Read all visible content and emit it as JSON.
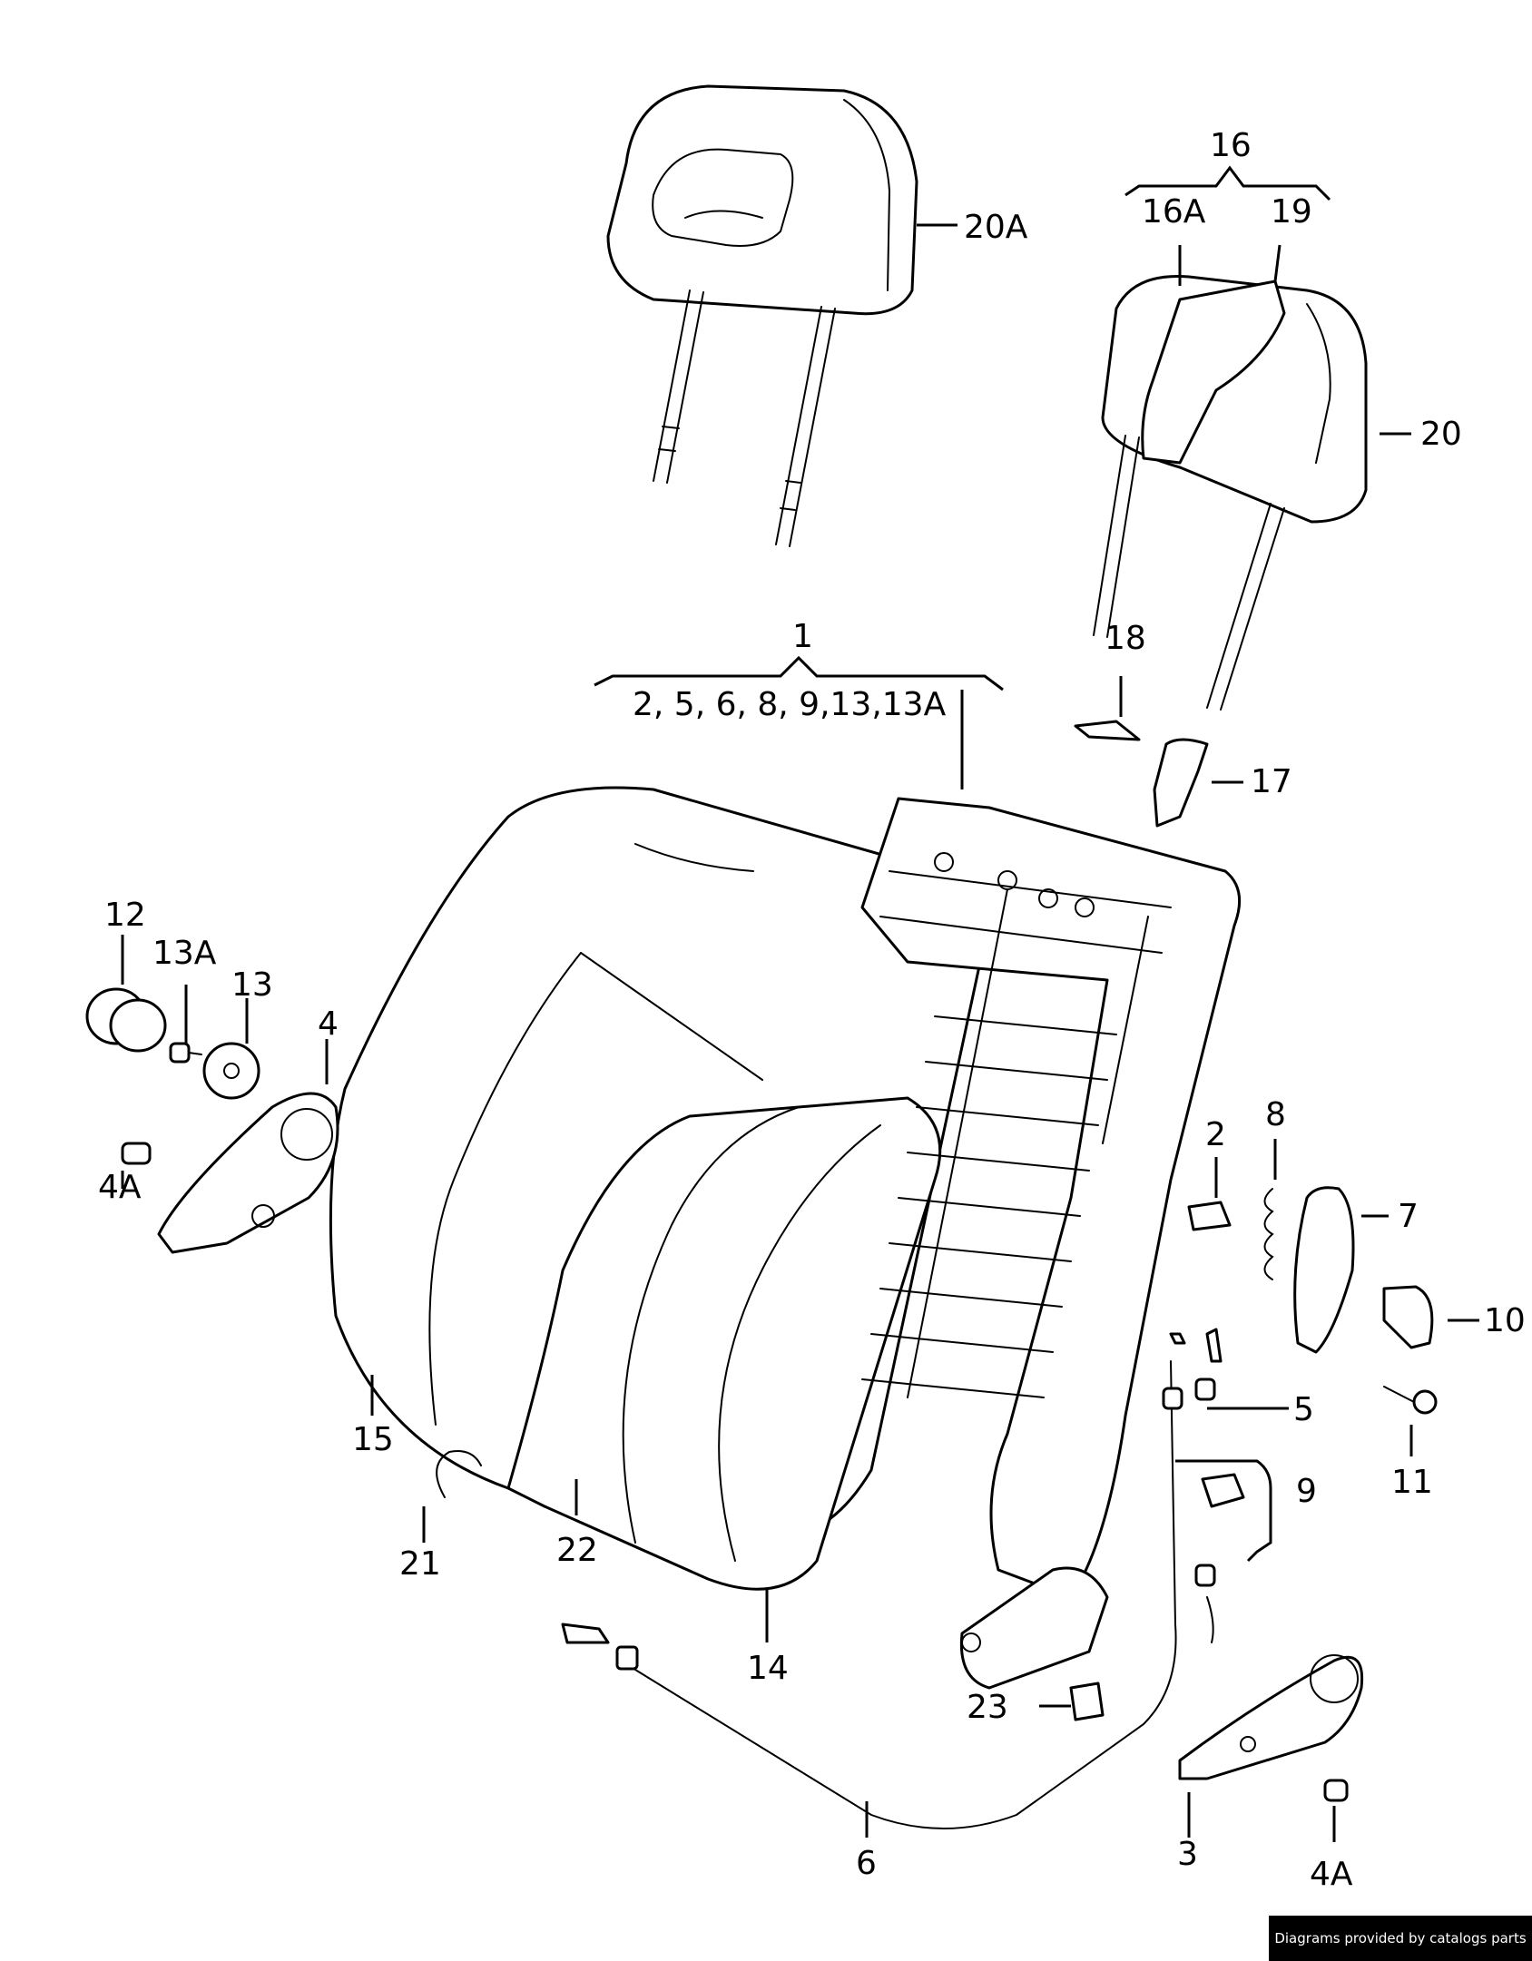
{
  "callouts": {
    "c1": "1",
    "c1_group": "2, 5, 6, 8, 9,13,13A",
    "c2": "2",
    "c3": "3",
    "c4": "4",
    "c4a_left": "4A",
    "c4a_right": "4A",
    "c5": "5",
    "c6": "6",
    "c7": "7",
    "c8": "8",
    "c9": "9",
    "c10": "10",
    "c11": "11",
    "c12": "12",
    "c13": "13",
    "c13a": "13A",
    "c14": "14",
    "c15": "15",
    "c16": "16",
    "c16a": "16A",
    "c17": "17",
    "c18": "18",
    "c19": "19",
    "c20": "20",
    "c20a": "20A",
    "c21": "21",
    "c22": "22",
    "c23": "23"
  },
  "footer": {
    "credit": "Diagrams provided by catalogs parts"
  },
  "colors": {
    "ink": "#000000",
    "paper": "#ffffff"
  }
}
